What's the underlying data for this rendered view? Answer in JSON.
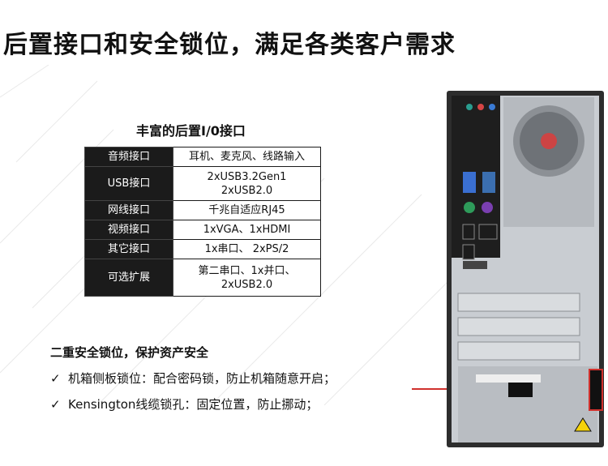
{
  "headline": "后置接口和安全锁位，满足各类客户需求",
  "io_section": {
    "title": "丰富的后置I/0接口",
    "rows": [
      {
        "label": "音频接口",
        "value": [
          "耳机、麦克风、线路输入"
        ]
      },
      {
        "label": "USB接口",
        "value": [
          "2xUSB3.2Gen1",
          "2xUSB2.0"
        ]
      },
      {
        "label": "网线接口",
        "value": [
          "千兆自适应RJ45"
        ]
      },
      {
        "label": "视频接口",
        "value": [
          "1xVGA、1xHDMI"
        ]
      },
      {
        "label": "其它接口",
        "value": [
          "1x串口、 2xPS/2"
        ]
      },
      {
        "label": "可选扩展",
        "value": [
          "第二串口、1x并口、",
          "2xUSB2.0"
        ]
      }
    ]
  },
  "security": {
    "title": "二重安全锁位，保护资产安全",
    "items": [
      {
        "check": "✓",
        "text": "机箱侧板锁位：配合密码锁，防止机箱随意开启；"
      },
      {
        "check": "✓",
        "text": "Kensington线缆锁孔：固定位置，防止挪动；"
      }
    ]
  },
  "colors": {
    "accent": "#d0312d",
    "dark": "#1b1b1b"
  }
}
